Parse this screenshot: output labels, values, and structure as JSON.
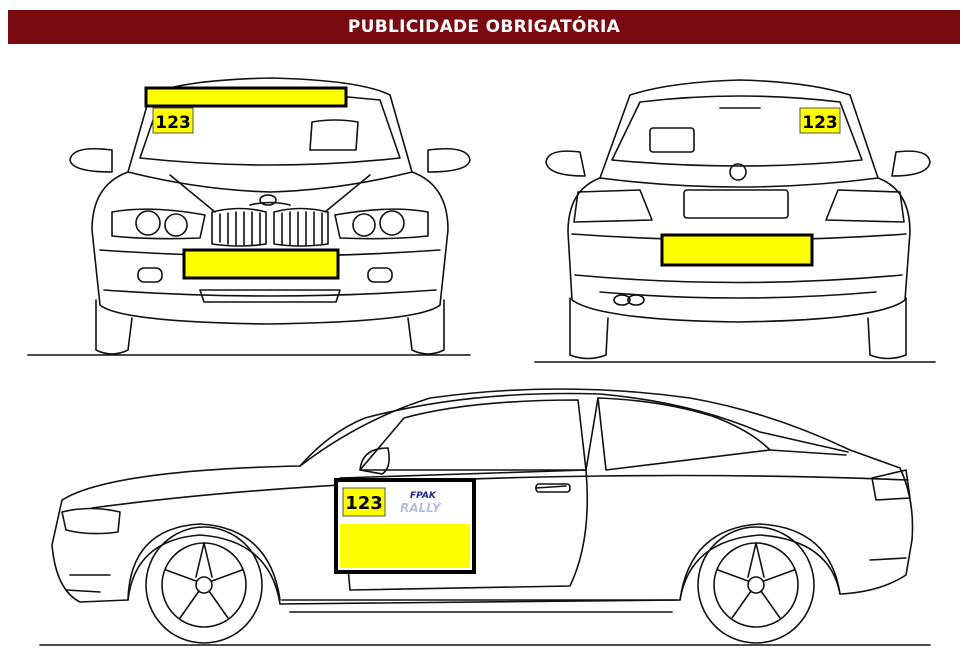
{
  "header": {
    "title": "PUBLICIDADE OBRIGATÓRIA"
  },
  "colors": {
    "banner": "#7a0a12",
    "sticker": "#ffff00",
    "outline": "#000000",
    "drawing": "#111111"
  },
  "labels": {
    "race_number": "123",
    "org_logo_line1": "FPAK",
    "org_logo_line2": "RALLY"
  }
}
